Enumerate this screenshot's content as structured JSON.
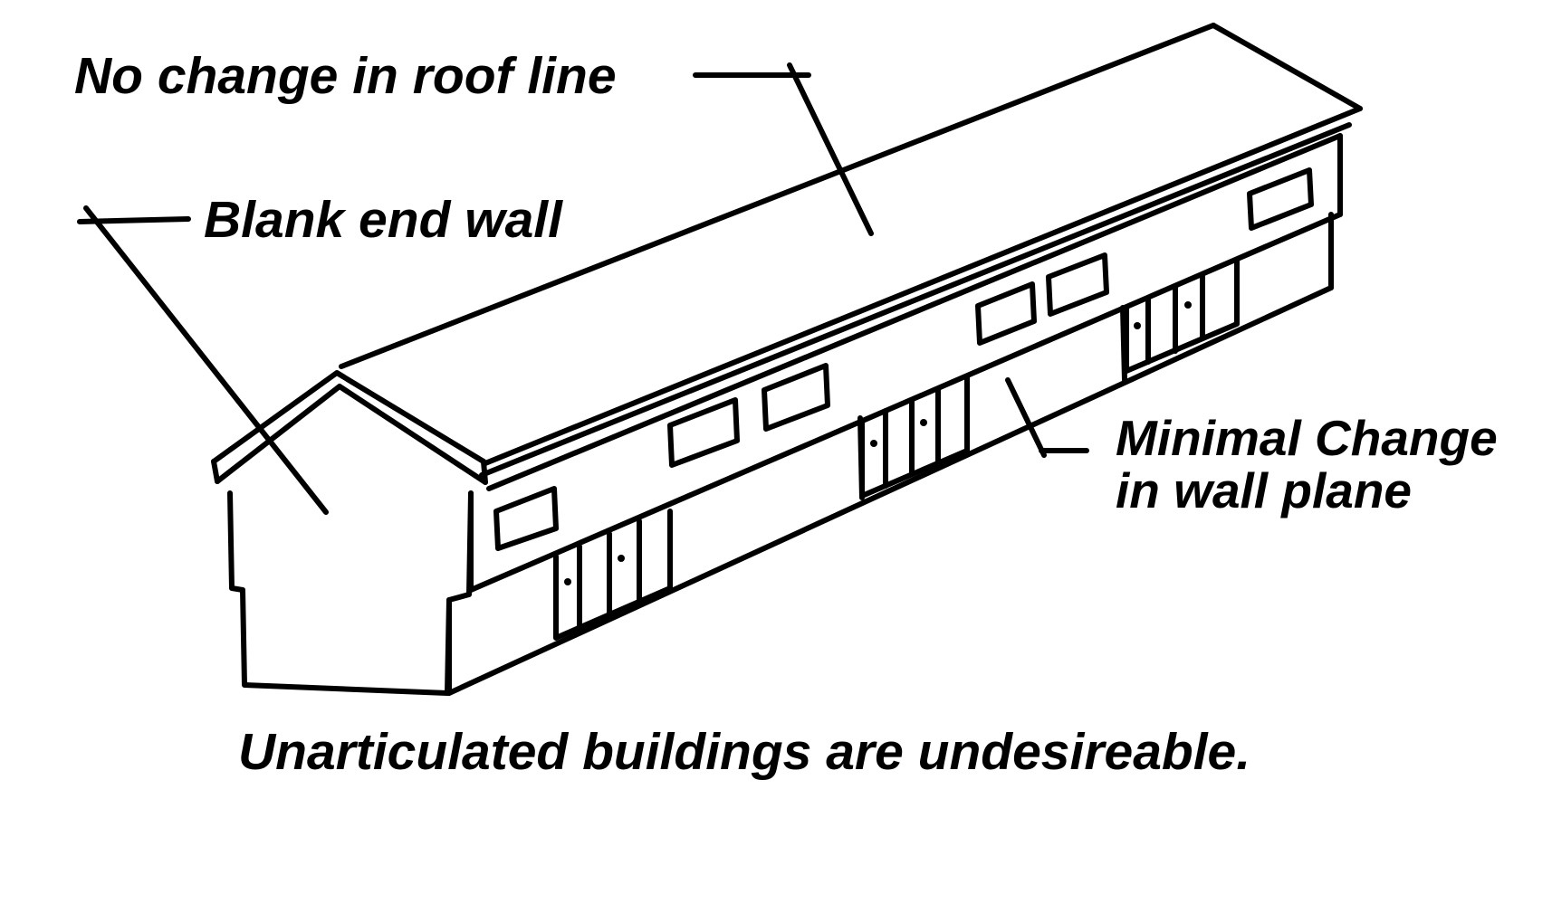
{
  "labels": {
    "roof_line": "No change in roof line",
    "end_wall": "Blank end wall",
    "wall_plane_line1": "Minimal Change",
    "wall_plane_line2": "in wall plane",
    "caption": "Unarticulated buildings are undesireable."
  },
  "colors": {
    "ink": "#000000",
    "paper": "#ffffff"
  }
}
